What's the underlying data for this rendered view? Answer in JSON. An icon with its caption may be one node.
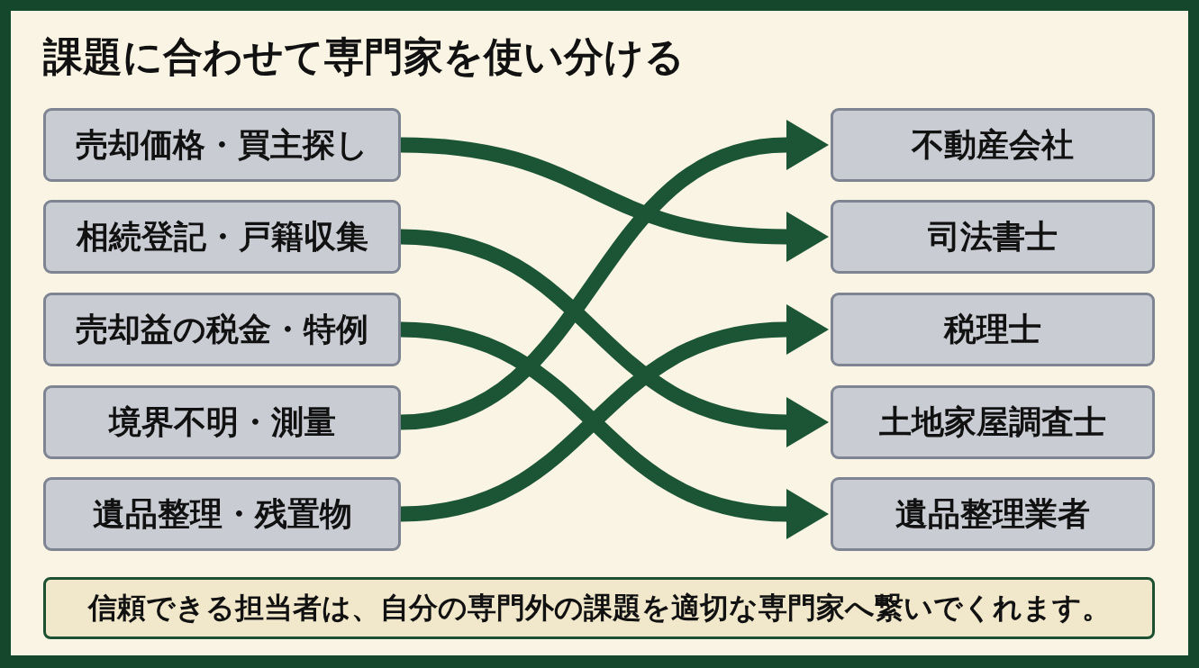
{
  "diagram": {
    "title": "課題に合わせて専門家を使い分ける",
    "nodes": [
      {
        "text": [
          "売却価格・買主探し"
        ]
      },
      {
        "text": [
          "相続登記・戸籍収集"
        ]
      },
      {
        "text": [
          "売却益の税金・特例"
        ]
      },
      {
        "text": [
          "境界不明・測量"
        ]
      },
      {
        "text": [
          "遺品整理・残置物"
        ]
      },
      {
        "text": [
          "不動産会社"
        ]
      },
      {
        "text": [
          "司法書士"
        ]
      },
      {
        "text": [
          "税理士"
        ]
      },
      {
        "text": [
          "土地家屋調査士"
        ]
      },
      {
        "text": [
          "遺品整理業者"
        ]
      },
      {
        "text": [
          "信頼できる担当者は、自分の専門外の課題を適切な専門家へ繋いでくれます。"
        ]
      }
    ],
    "edges": [
      {
        "from": 0,
        "to": 6,
        "arrow": "to"
      },
      {
        "from": 1,
        "to": 8,
        "arrow": "to"
      },
      {
        "from": 2,
        "to": 9,
        "arrow": "to"
      },
      {
        "from": 3,
        "to": 5,
        "arrow": "to"
      },
      {
        "from": 4,
        "to": 7,
        "arrow": "to"
      }
    ]
  }
}
